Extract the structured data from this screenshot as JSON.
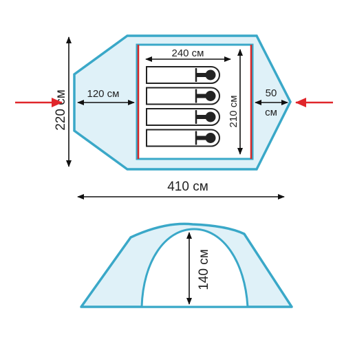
{
  "colors": {
    "outline": "#3aa8c8",
    "fill": "#dff1f8",
    "inner_wall": "#d62828",
    "arrow_entry": "#e0262b",
    "dimension": "#111111",
    "bag": "#222222",
    "background": "#ffffff"
  },
  "top_view": {
    "sleeping_bags_count": 4,
    "dimensions": {
      "inner_width": "240 см",
      "inner_length": "210 см",
      "total_length": "410 см",
      "total_width": "220 см",
      "vestibule_left": "120 см",
      "vestibule_right_value": "50",
      "vestibule_right_unit": "см"
    }
  },
  "side_view": {
    "height": "140 см"
  },
  "icons": {
    "entry_left": "entry-arrow-icon",
    "entry_right": "entry-arrow-icon",
    "sleeping_bag": "sleeping-bag-icon"
  }
}
